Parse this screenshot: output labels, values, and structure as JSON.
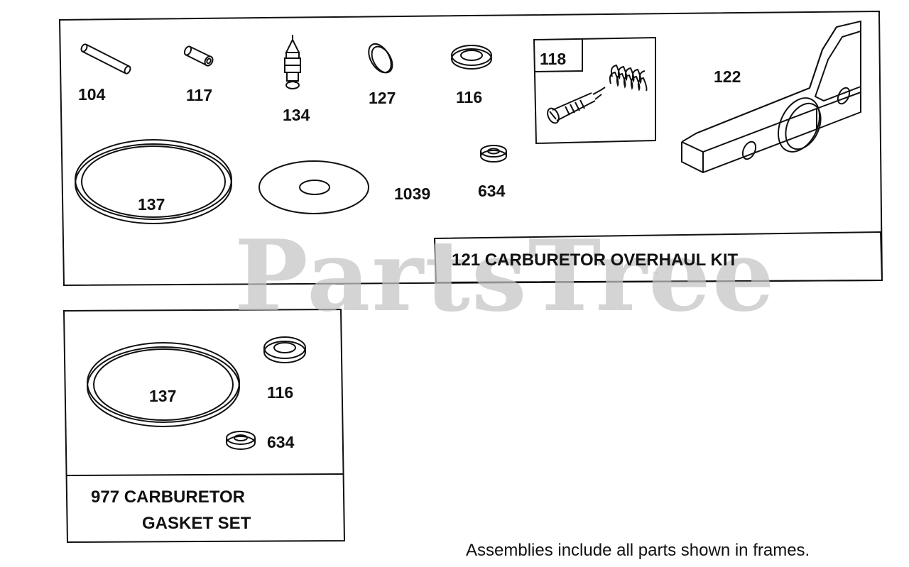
{
  "watermark": "PartsTree",
  "watermark_tm": "™",
  "overhaul_kit": {
    "title": "121 CARBURETOR OVERHAUL KIT",
    "parts": [
      {
        "ref": "104",
        "name": "pin-icon"
      },
      {
        "ref": "117",
        "name": "sleeve-icon"
      },
      {
        "ref": "134",
        "name": "needle-valve-icon"
      },
      {
        "ref": "127",
        "name": "welch-plug-icon"
      },
      {
        "ref": "116",
        "name": "washer-icon"
      },
      {
        "ref": "118",
        "name": "mixture-screw-spring-icon"
      },
      {
        "ref": "122",
        "name": "intake-gasket-icon"
      },
      {
        "ref": "137",
        "name": "bowl-gasket-ring-icon"
      },
      {
        "ref": "1039",
        "name": "diaphragm-disc-icon"
      },
      {
        "ref": "634",
        "name": "small-washer-icon"
      }
    ]
  },
  "gasket_set": {
    "title_line1": "977 CARBURETOR",
    "title_line2": "GASKET SET",
    "parts": [
      {
        "ref": "137",
        "name": "bowl-gasket-ring-icon"
      },
      {
        "ref": "116",
        "name": "washer-icon"
      },
      {
        "ref": "634",
        "name": "small-washer-icon"
      }
    ]
  },
  "footnote": "Assemblies include all parts shown in frames.",
  "colors": {
    "ink": "#111111",
    "watermark": "#c4c4c4",
    "background": "#ffffff"
  }
}
